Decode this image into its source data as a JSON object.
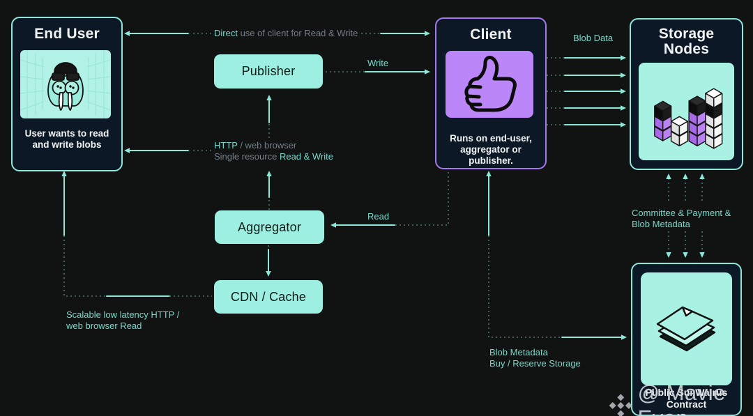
{
  "nodes": {
    "end_user": {
      "title": "End User",
      "caption": "User wants to read and write blobs"
    },
    "publisher": {
      "label": "Publisher"
    },
    "aggregator": {
      "label": "Aggregator"
    },
    "cdn": {
      "label": "CDN / Cache"
    },
    "client": {
      "title": "Client",
      "caption": "Runs on end-user, aggregator or publisher."
    },
    "storage": {
      "title": "Storage Nodes"
    },
    "contract": {
      "caption": "Public Sui Walrus Contract"
    }
  },
  "labels": {
    "direct": {
      "em": "Direct",
      "rest": " use of client for Read & Write"
    },
    "write": "Write",
    "blob_data": "Blob Data",
    "http_line1": {
      "em": "HTTP",
      "rest": " / web browser"
    },
    "http_line2": {
      "rest": "Single resource ",
      "em": "Read & Write"
    },
    "read": "Read",
    "scalable_line1": "Scalable low latency HTTP /",
    "scalable_line2": "web browser Read",
    "committee_line1": "Committee & Payment &",
    "committee_line2": "Blob Metadata",
    "blobmeta_line1": "Blob Metadata",
    "blobmeta_line2": "Buy / Reserve Storage"
  },
  "watermark": {
    "handle": "@ Mavie Evan",
    "logo": "binance-diamond-icon"
  },
  "icons": {
    "end_user_icon": "walrus-avatar-icon",
    "client_icon": "thumbs-up-icon",
    "storage_icon": "storage-cubes-icon",
    "contract_icon": "document-stack-icon"
  },
  "colors": {
    "background": "#101312",
    "card_bg": "#0d1826",
    "teal_border": "#8ce8d8",
    "mint_fill": "#9df0e1",
    "purple_border": "#a678ee",
    "purple_fill": "#bb86f7",
    "teal_text": "#79d7c9",
    "gray_text": "#747e84",
    "white_text": "#f2f4f4"
  }
}
